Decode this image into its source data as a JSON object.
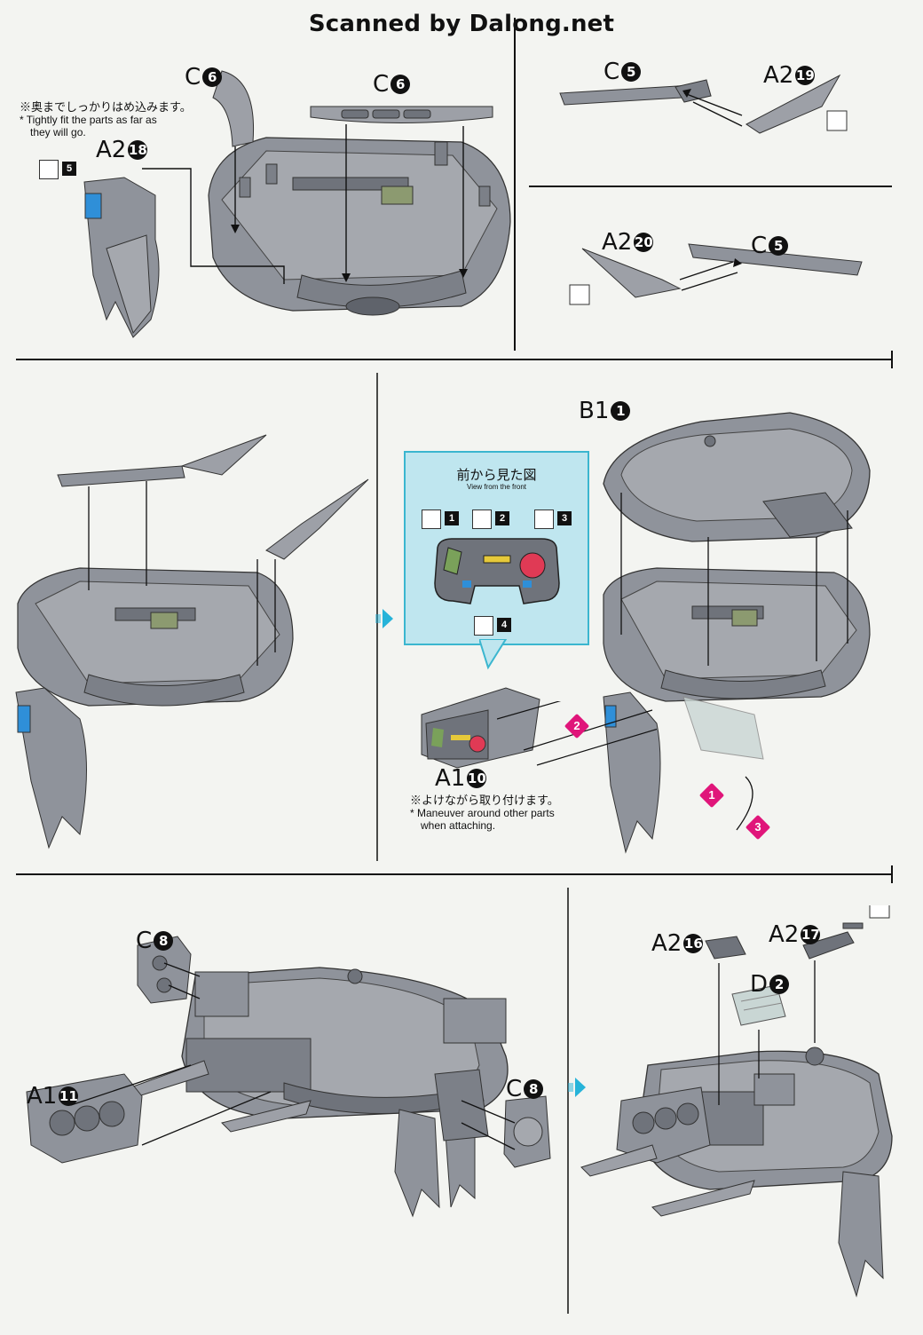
{
  "header": "Scanned by Dalong.net",
  "labels": {
    "c6a": "C",
    "c6a_n": "6",
    "c6b": "C",
    "c6b_n": "6",
    "a218": "A2",
    "a218_n": "18",
    "c5a": "C",
    "c5a_n": "5",
    "a219": "A2",
    "a219_n": "19",
    "a220": "A2",
    "a220_n": "20",
    "c5b": "C",
    "c5b_n": "5",
    "b11": "B1",
    "b11_n": "1",
    "a110": "A1",
    "a110_n": "10",
    "c8a": "C",
    "c8a_n": "8",
    "a111": "A1",
    "a111_n": "11",
    "c8b": "C",
    "c8b_n": "8",
    "a216": "A2",
    "a216_n": "16",
    "a217": "A2",
    "a217_n": "17",
    "d2": "D",
    "d2_n": "2"
  },
  "notes": {
    "tight_jp": "※奥までしっかりはめ込みます。",
    "tight_en1": "* Tightly fit the parts as far as",
    "tight_en2": "they will go.",
    "maneuver_jp": "※よけながら取り付けます。",
    "maneuver_en1": "* Maneuver around other parts",
    "maneuver_en2": "when attaching."
  },
  "callout": {
    "title": "前から見た図",
    "subtitle": "View from the front"
  },
  "sticker_numbers": [
    "5",
    "1",
    "2",
    "3",
    "4"
  ],
  "pink_steps": [
    "1",
    "2",
    "3"
  ],
  "colors": {
    "part_gray": "#8f939b",
    "part_gray_dark": "#6f737b",
    "part_gray_light": "#b3b6bc",
    "accent_blue": "#2f8fd8",
    "accent_pink": "#e0157a",
    "callout_bg": "#bfe6ef",
    "callout_border": "#3bb6cf",
    "next_arrow": "#26b3d9",
    "green_part": "#7aa15a",
    "red_part": "#e03a55",
    "yellow_part": "#e6c93a",
    "clear_part": "#c9d6d4"
  }
}
